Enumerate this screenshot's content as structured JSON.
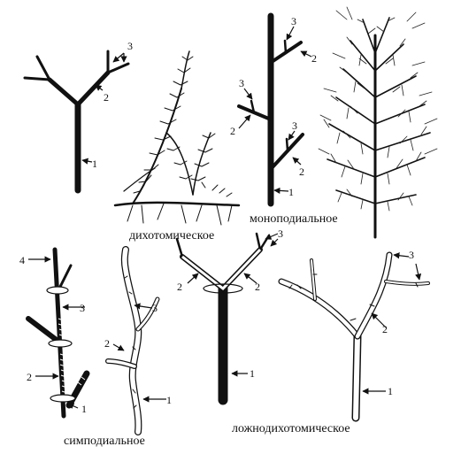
{
  "captions": {
    "dichotomous": "дихотомическое",
    "monopodial": "моноподиальное",
    "sympodial": "симподиальное",
    "pseudodichotomous": "ложнодихотомическое"
  },
  "labels": {
    "d1": "1",
    "d2": "2",
    "d3": "3",
    "m1": "1",
    "m2a": "2",
    "m2b": "2",
    "m2c": "2",
    "m3a": "3",
    "m3b": "3",
    "m3c": "3",
    "s1": "1",
    "s2": "2",
    "s3": "3",
    "s4": "4",
    "st1": "1",
    "st2": "2",
    "st3": "3",
    "p1": "1",
    "p2a": "2",
    "p2b": "2",
    "p3": "3",
    "pt1": "1",
    "pt2": "2",
    "pt3": "3"
  }
}
